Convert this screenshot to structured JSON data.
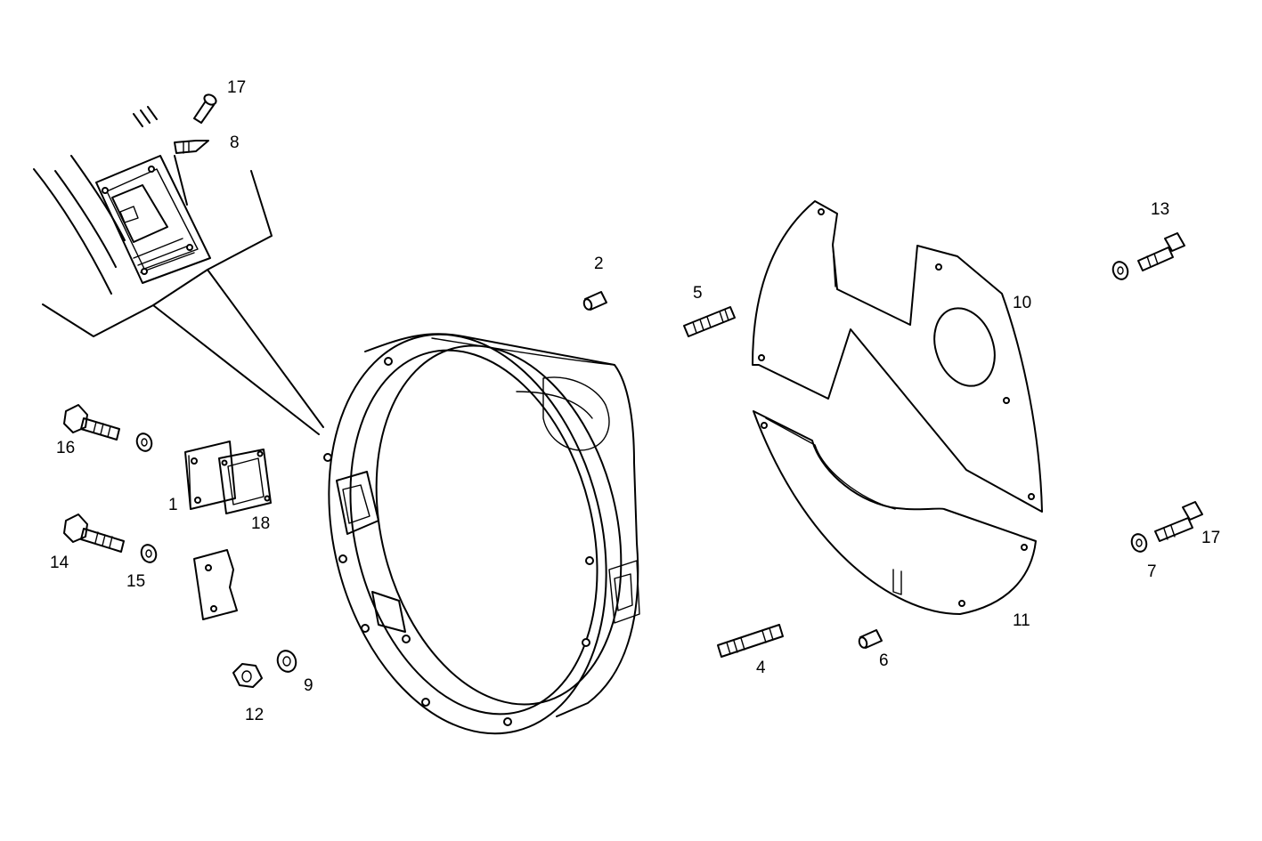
{
  "labels": {
    "p1": "1",
    "p2": "2",
    "p4": "4",
    "p5": "5",
    "p6": "6",
    "p7": "7",
    "p8": "8",
    "p9": "9",
    "p10": "10",
    "p11": "11",
    "p12": "12",
    "p13": "13",
    "p14": "14",
    "p15": "15",
    "p16": "16",
    "p17a": "17",
    "p17b": "17",
    "p18": "18"
  }
}
